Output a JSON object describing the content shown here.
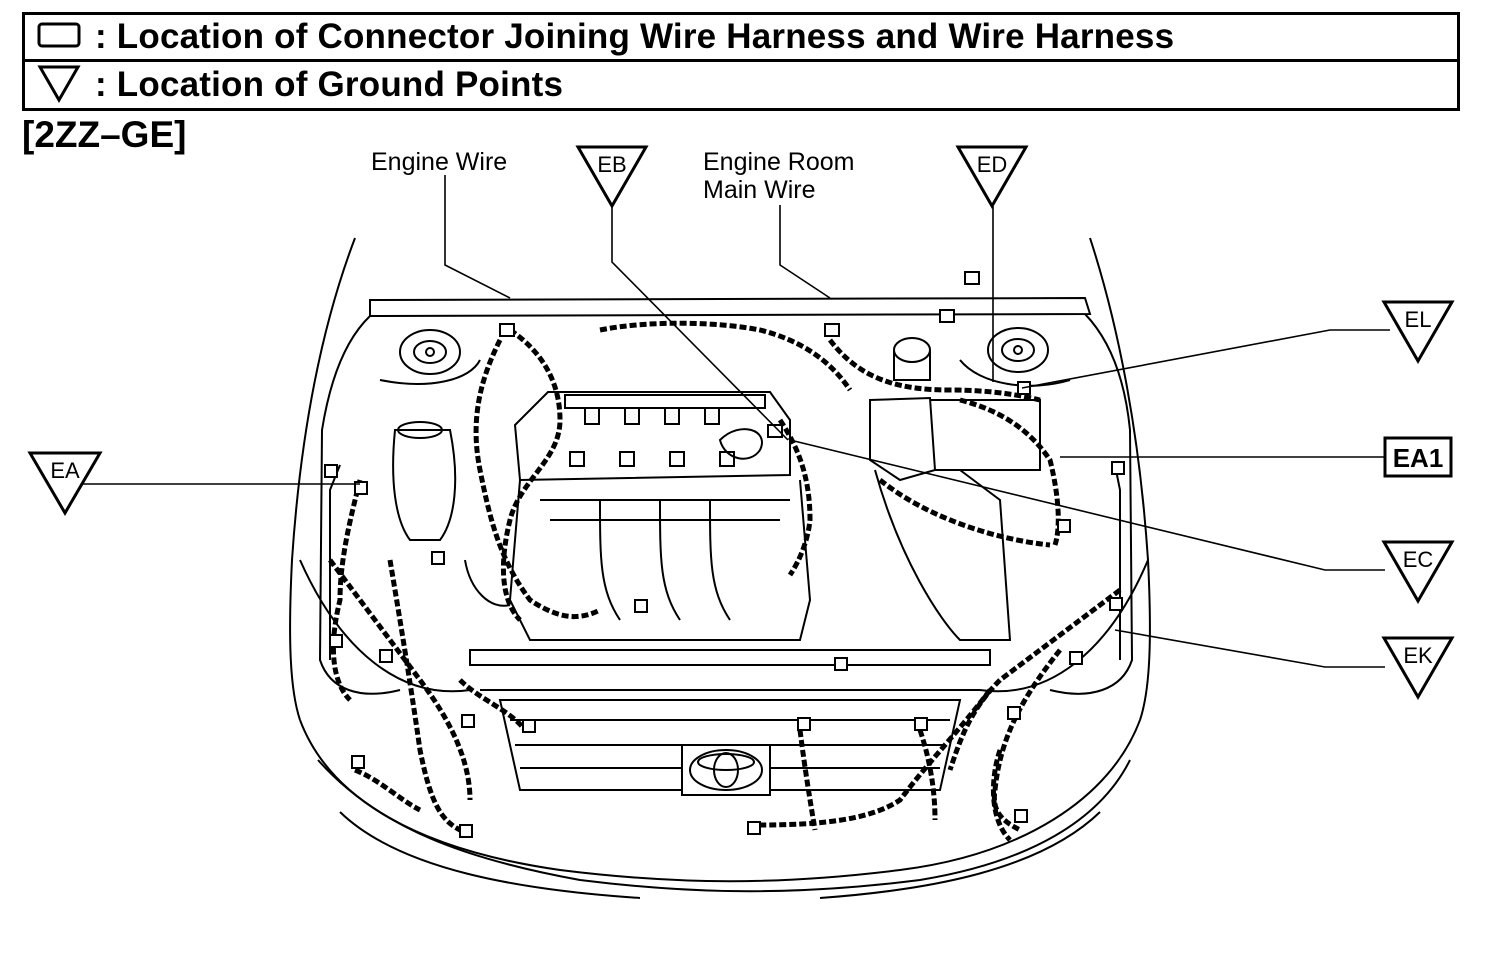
{
  "legend": {
    "connector_text": ": Location of Connector Joining Wire Harness and Wire Harness",
    "ground_text": ": Location of Ground Points",
    "connector_icon": "rectangle-icon",
    "ground_icon": "inverted-triangle-icon"
  },
  "model_label": "[2ZZ–GE]",
  "wire_labels": {
    "engine_wire": "Engine Wire",
    "engine_room_main_wire_line1": "Engine Room",
    "engine_room_main_wire_line2": "Main Wire"
  },
  "ground_points": {
    "eb": "EB",
    "ed": "ED",
    "ea": "EA",
    "el": "EL",
    "ec": "EC",
    "ek": "EK"
  },
  "connectors": {
    "ea1": "EA1"
  }
}
